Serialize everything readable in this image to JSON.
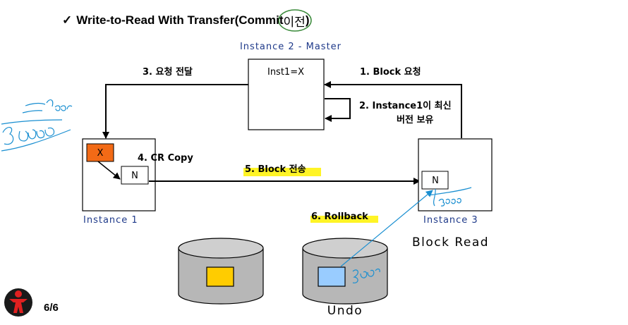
{
  "title": {
    "check": "✓",
    "main": "Write-to-Read With Transfer ",
    "paren_open": "(",
    "commit": "Commit",
    "korean": " 이전",
    "paren_close": ")"
  },
  "instance2_title": "Instance 2 - Master",
  "master_box_text": "Inst1=X",
  "step1": "1. Block 요청",
  "step2_line1": "2. Instance1이 최신",
  "step2_line2": "버전 보유",
  "step3": "3. 요청 전달",
  "step4": "4. CR Copy",
  "step5": "5. Block 전송",
  "step6": "6. Rollback",
  "instance1_x": "X",
  "instance1_n": "N",
  "instance1_label": "Instance 1",
  "instance3_n": "N",
  "instance3_label": "Instance 3",
  "block_read": "Block Read",
  "undo_label": "Undo",
  "page": "6/6",
  "colors": {
    "instance_label": "#1f3a8a",
    "x_block": "#f26a16",
    "highlight": "#fff200",
    "disk_fill": "#b7b7b7",
    "yellow_block": "#ffcc00",
    "blue_block": "#99ccff",
    "annotation": "#1a8fd1",
    "title_circle": "#3a8a3a"
  }
}
